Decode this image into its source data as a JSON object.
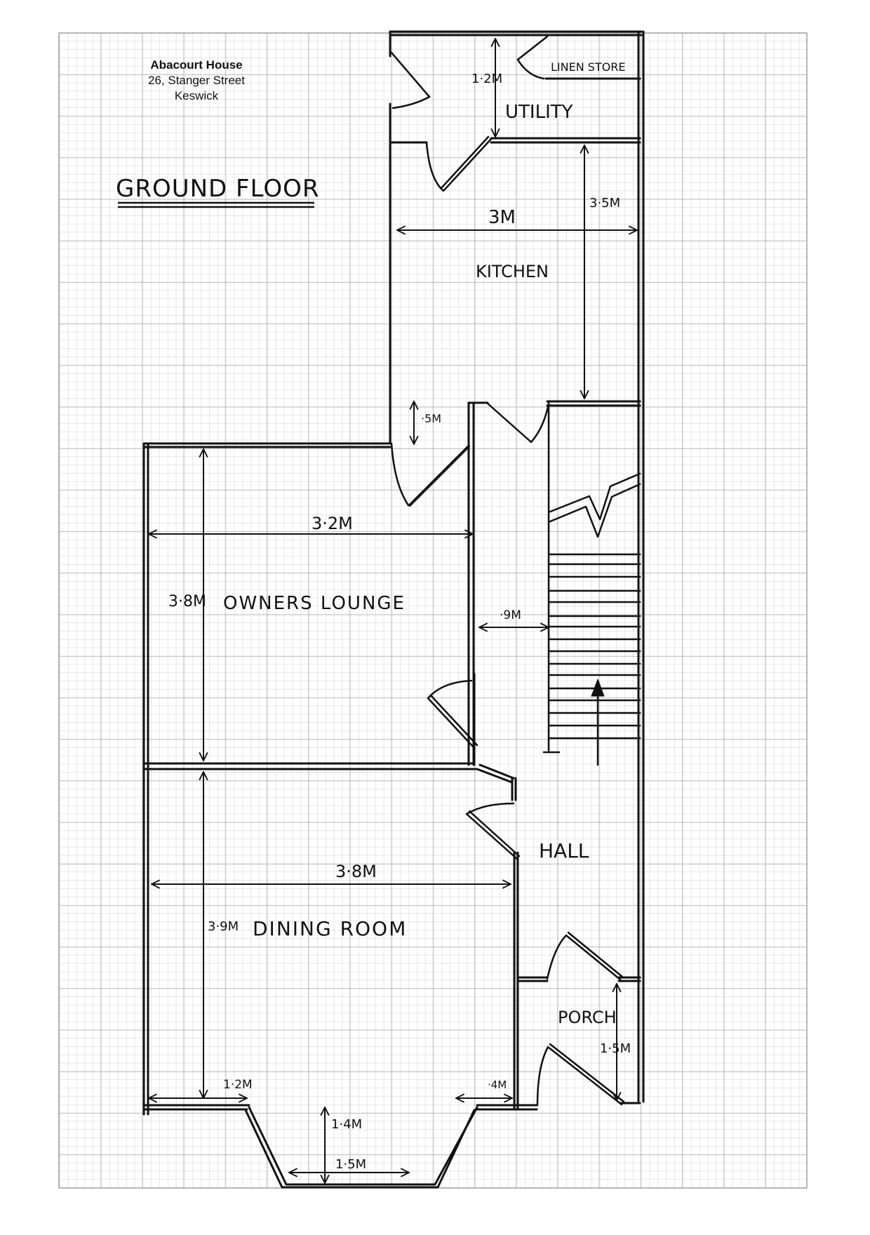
{
  "header": {
    "property_name": "Abacourt House",
    "street": "26, Stanger Street",
    "town": "Keswick"
  },
  "plan": {
    "title": "GROUND FLOOR",
    "rooms": [
      {
        "name": "UTILITY"
      },
      {
        "name": "LINEN STORE"
      },
      {
        "name": "KITCHEN"
      },
      {
        "name": "OWNERS LOUNGE"
      },
      {
        "name": "DINING ROOM"
      },
      {
        "name": "HALL"
      },
      {
        "name": "PORCH"
      }
    ],
    "dimensions": {
      "utility_depth": "1·2M",
      "kitchen_width": "3M",
      "kitchen_length": "3·5M",
      "kitchen_step": "·5M",
      "lounge_width": "3·2M",
      "lounge_length": "3·8M",
      "hall_width": "·9M",
      "dining_width": "3·8M",
      "dining_length": "3·9M",
      "bay_left": "1·2M",
      "bay_right": "·4M",
      "bay_depth": "1·4M",
      "bay_width": "1·5M",
      "porch_length": "1·5M"
    }
  },
  "colors": {
    "ink": "#111111",
    "grid_minor": "#c8c8c8",
    "grid_major": "#a0a0a0",
    "paper": "#ffffff"
  }
}
